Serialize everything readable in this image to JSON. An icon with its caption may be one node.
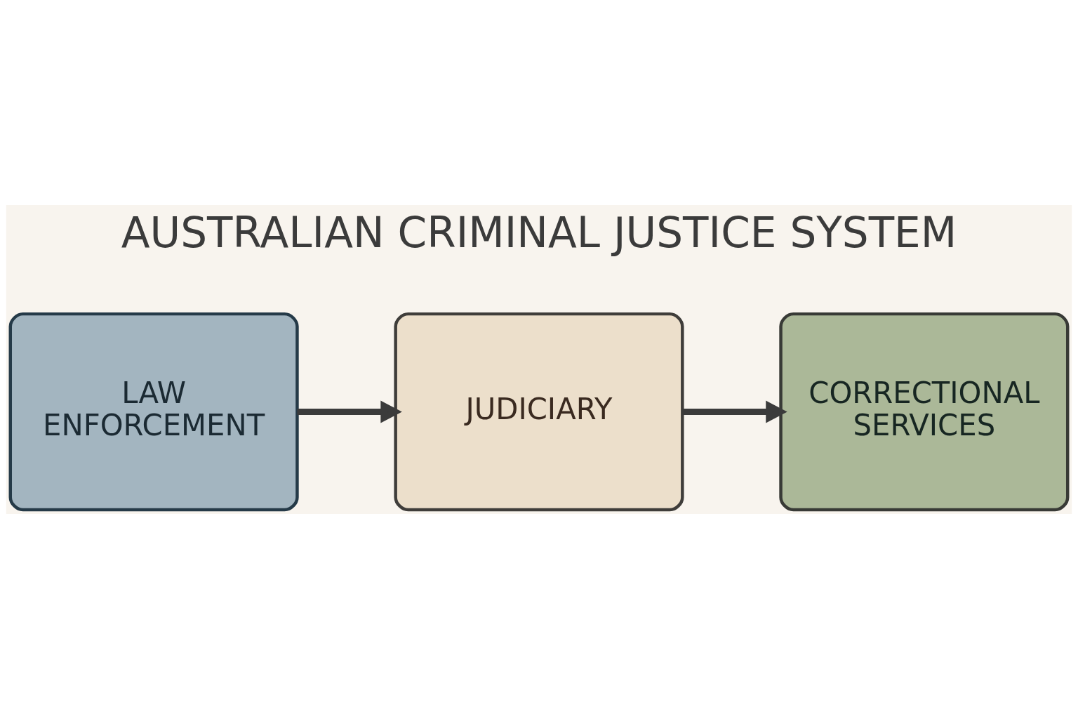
{
  "diagram": {
    "title": "AUSTRALIAN CRIMINAL JUSTICE SYSTEM",
    "nodes": [
      {
        "text": [
          "LAW ENFORCEMENT"
        ]
      },
      {
        "text": [
          "JUDICIARY"
        ]
      },
      {
        "text": [
          "CORRECTIONAL SERVICES"
        ]
      }
    ],
    "edges": [
      {
        "from": 0,
        "to": 1,
        "arrow": "to"
      },
      {
        "from": 1,
        "to": 2,
        "arrow": "to"
      }
    ]
  }
}
